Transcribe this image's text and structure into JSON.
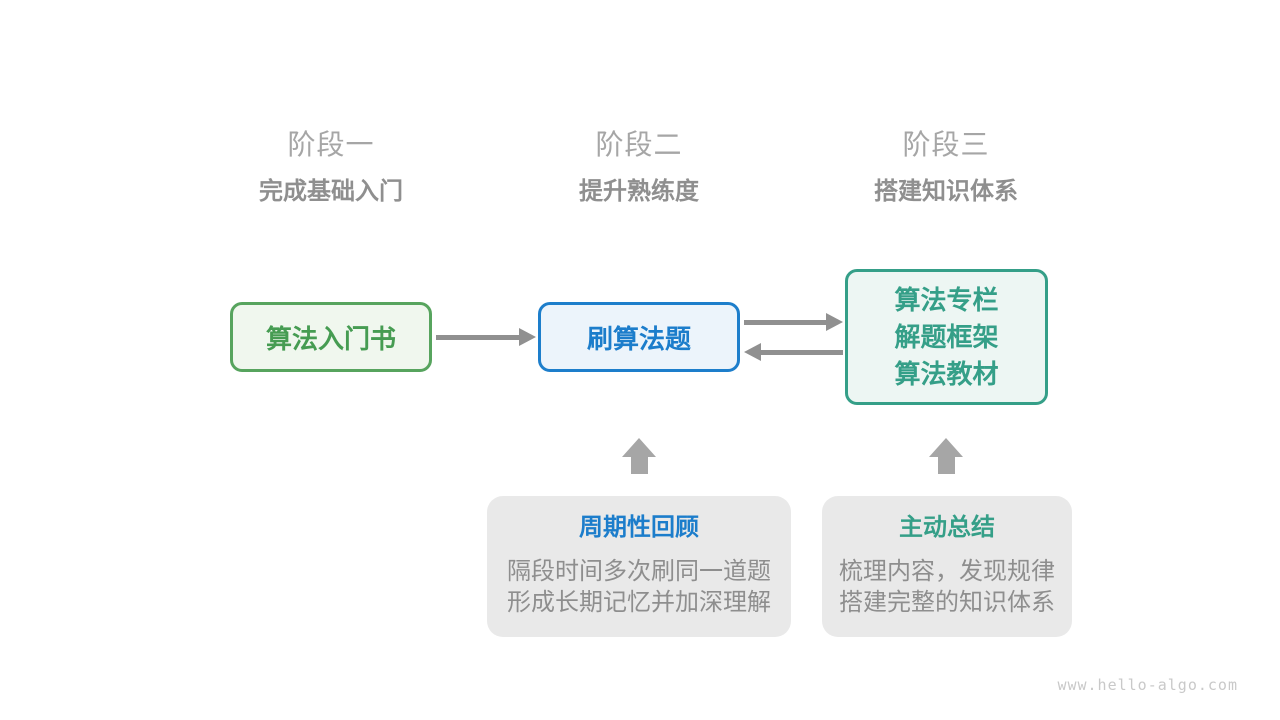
{
  "diagram": {
    "stages": [
      {
        "title": "阶段一",
        "subtitle": "完成基础入门"
      },
      {
        "title": "阶段二",
        "subtitle": "提升熟练度"
      },
      {
        "title": "阶段三",
        "subtitle": "搭建知识体系"
      }
    ],
    "nodes": {
      "intro_book": {
        "label": "算法入门书",
        "border_color": "#57a45e",
        "fill_color": "#f0f7ee",
        "text_color": "#469c52"
      },
      "practice": {
        "label": "刷算法题",
        "border_color": "#1d7ecb",
        "fill_color": "#ecf4fb",
        "text_color": "#1c7dcb"
      },
      "knowledge": {
        "lines": [
          "算法专栏",
          "解题框架",
          "算法教材"
        ],
        "border_color": "#359f88",
        "fill_color": "#edf6f3",
        "text_color": "#359f88"
      }
    },
    "callouts": [
      {
        "title": "周期性回顾",
        "title_color": "#1c7dcb",
        "lines": [
          "隔段时间多次刷同一道题",
          "形成长期记忆并加深理解"
        ]
      },
      {
        "title": "主动总结",
        "title_color": "#359f88",
        "lines": [
          "梳理内容，发现规律",
          "搭建完整的知识体系"
        ]
      }
    ],
    "colors": {
      "arrow": "#909090",
      "block_arrow": "#a6a6a6",
      "stage_title": "#a6a6a6",
      "stage_subtitle": "#8f8f8f",
      "callout_bg": "#e9e9e9",
      "callout_body_text": "#8e8e8e"
    },
    "watermark": "www.hello-algo.com"
  }
}
